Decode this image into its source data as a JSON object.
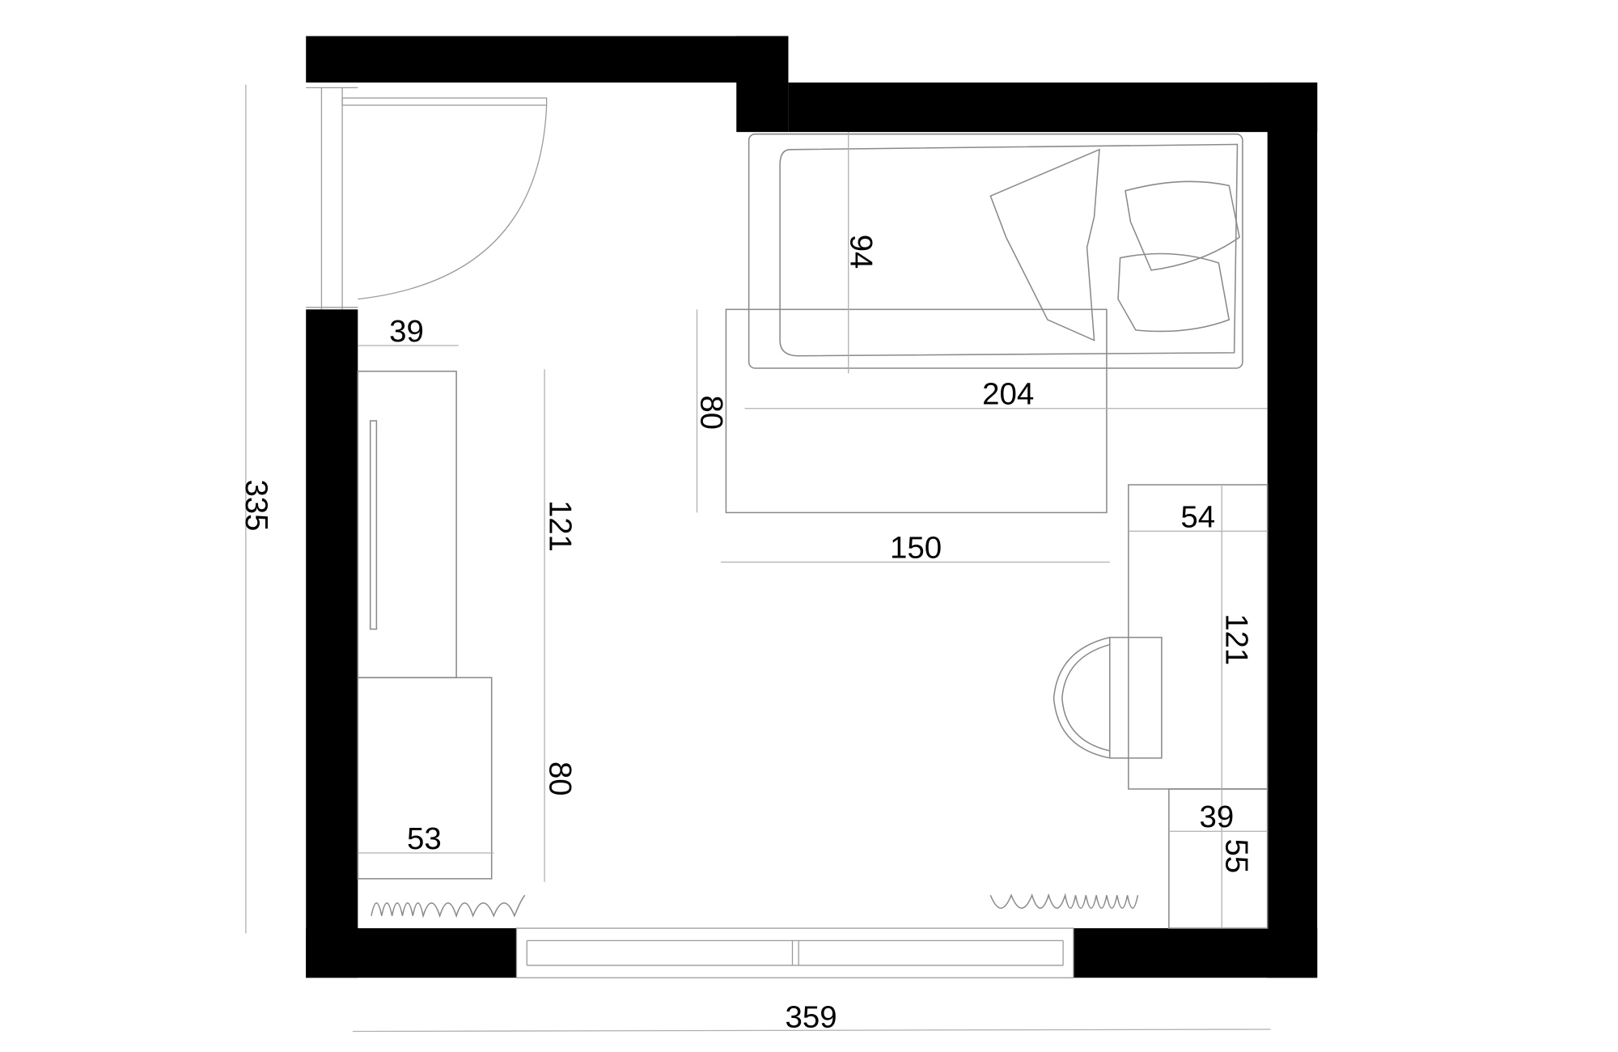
{
  "dimensions": {
    "room_height": "335",
    "room_width": "359",
    "bed_length": "204",
    "bed_width": "94",
    "rug_width": "150",
    "rug_depth": "80",
    "door_wall_offset": "39",
    "wardrobe_length": "121",
    "dresser_length": "80",
    "dresser_depth": "53",
    "desk_depth": "54",
    "desk_length": "121",
    "cabinet_width": "39",
    "cabinet_length": "55"
  },
  "colors": {
    "walls": "#000000",
    "furniture_lines": "#8a8a8a"
  }
}
